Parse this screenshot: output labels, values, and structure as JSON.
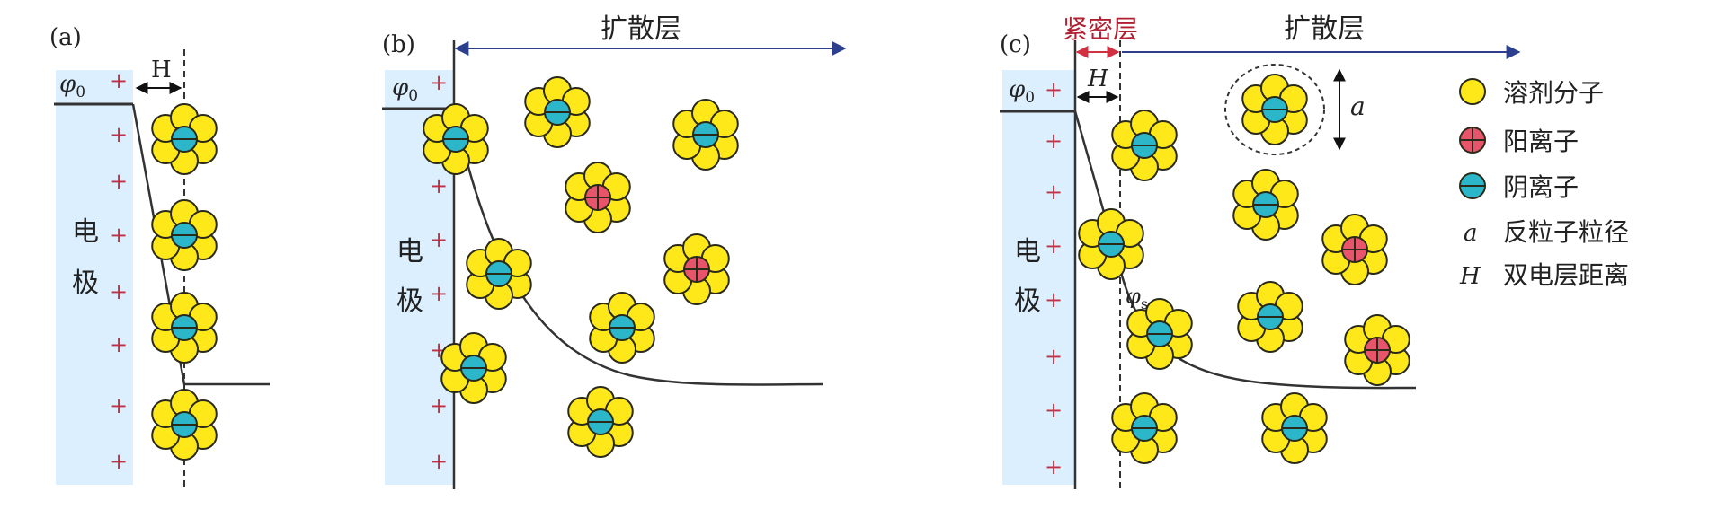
{
  "colors": {
    "electrode_fill": "#dcefff",
    "solvent": "#ffe81a",
    "solvent_stroke": "#2a2a1a",
    "anion": "#2bb6c9",
    "cation": "#e8546a",
    "arrow": "#2b3f8c",
    "compact_label": "#b02030",
    "compact_arrow": "#d03040",
    "curve": "#333333",
    "plus": "#c03040"
  },
  "panels": {
    "a": {
      "label": "(a)",
      "phi0": "φ",
      "phi0_sub": "0",
      "H": "H",
      "electrode_chars": [
        "电",
        "极"
      ]
    },
    "b": {
      "label": "(b)",
      "phi0": "φ",
      "phi0_sub": "0",
      "diffuse_layer": "扩散层",
      "electrode_chars": [
        "电",
        "极"
      ]
    },
    "c": {
      "label": "(c)",
      "phi0": "φ",
      "phi0_sub": "0",
      "H": "H",
      "compact_layer": "紧密层",
      "diffuse_layer": "扩散层",
      "phis": "φ",
      "phis_sub": "s",
      "a_label": "a",
      "electrode_chars": [
        "电",
        "极"
      ]
    }
  },
  "legend": [
    {
      "symbol": "solvent",
      "text": "溶剂分子"
    },
    {
      "symbol": "cation",
      "text": "阳离子"
    },
    {
      "symbol": "anion",
      "text": "阴离子"
    },
    {
      "symbol": "a",
      "text": "反粒子粒径"
    },
    {
      "symbol": "H",
      "text": "双电层距离"
    }
  ],
  "plus_sign": "+"
}
